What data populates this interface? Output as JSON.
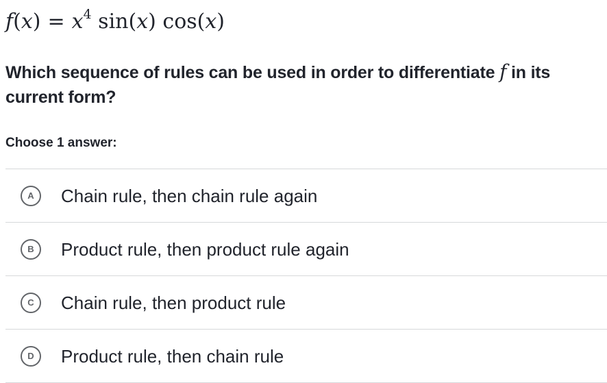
{
  "equation": {
    "lhs_fn": "f",
    "lhs_arg": "x",
    "equals": "=",
    "base": "x",
    "exponent": "4",
    "fn1": "sin",
    "fn1_arg": "x",
    "fn2": "cos",
    "fn2_arg": "x"
  },
  "question": {
    "text_before": "Which sequence of rules can be used in order to differentiate",
    "math_symbol": "f",
    "text_after": "in its current form?"
  },
  "instructions": "Choose 1 answer:",
  "choices": [
    {
      "letter": "A",
      "text": "Chain rule, then chain rule again"
    },
    {
      "letter": "B",
      "text": "Product rule, then product rule again"
    },
    {
      "letter": "C",
      "text": "Chain rule, then product rule"
    },
    {
      "letter": "D",
      "text": "Product rule, then chain rule"
    }
  ],
  "colors": {
    "text": "#21242c",
    "divider": "#d6d8da",
    "choice_badge": "#626569"
  }
}
